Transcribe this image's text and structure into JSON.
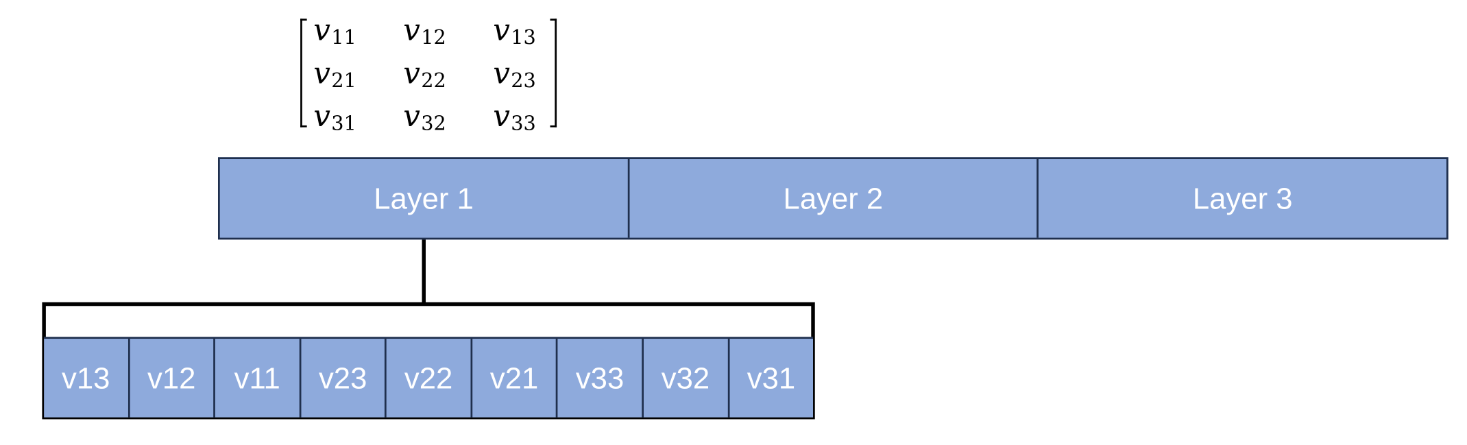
{
  "matrix": {
    "symbol": "v",
    "rows": [
      [
        "11",
        "12",
        "13"
      ],
      [
        "21",
        "22",
        "23"
      ],
      [
        "31",
        "32",
        "33"
      ]
    ]
  },
  "layers": [
    "Layer 1",
    "Layer 2",
    "Layer 3"
  ],
  "memory_cells": [
    "v13",
    "v12",
    "v11",
    "v23",
    "v22",
    "v21",
    "v33",
    "v32",
    "v31"
  ],
  "colors": {
    "box_fill": "#8eaadc",
    "box_border": "#1f2f4d",
    "text": "#ffffff",
    "line": "#000000"
  }
}
